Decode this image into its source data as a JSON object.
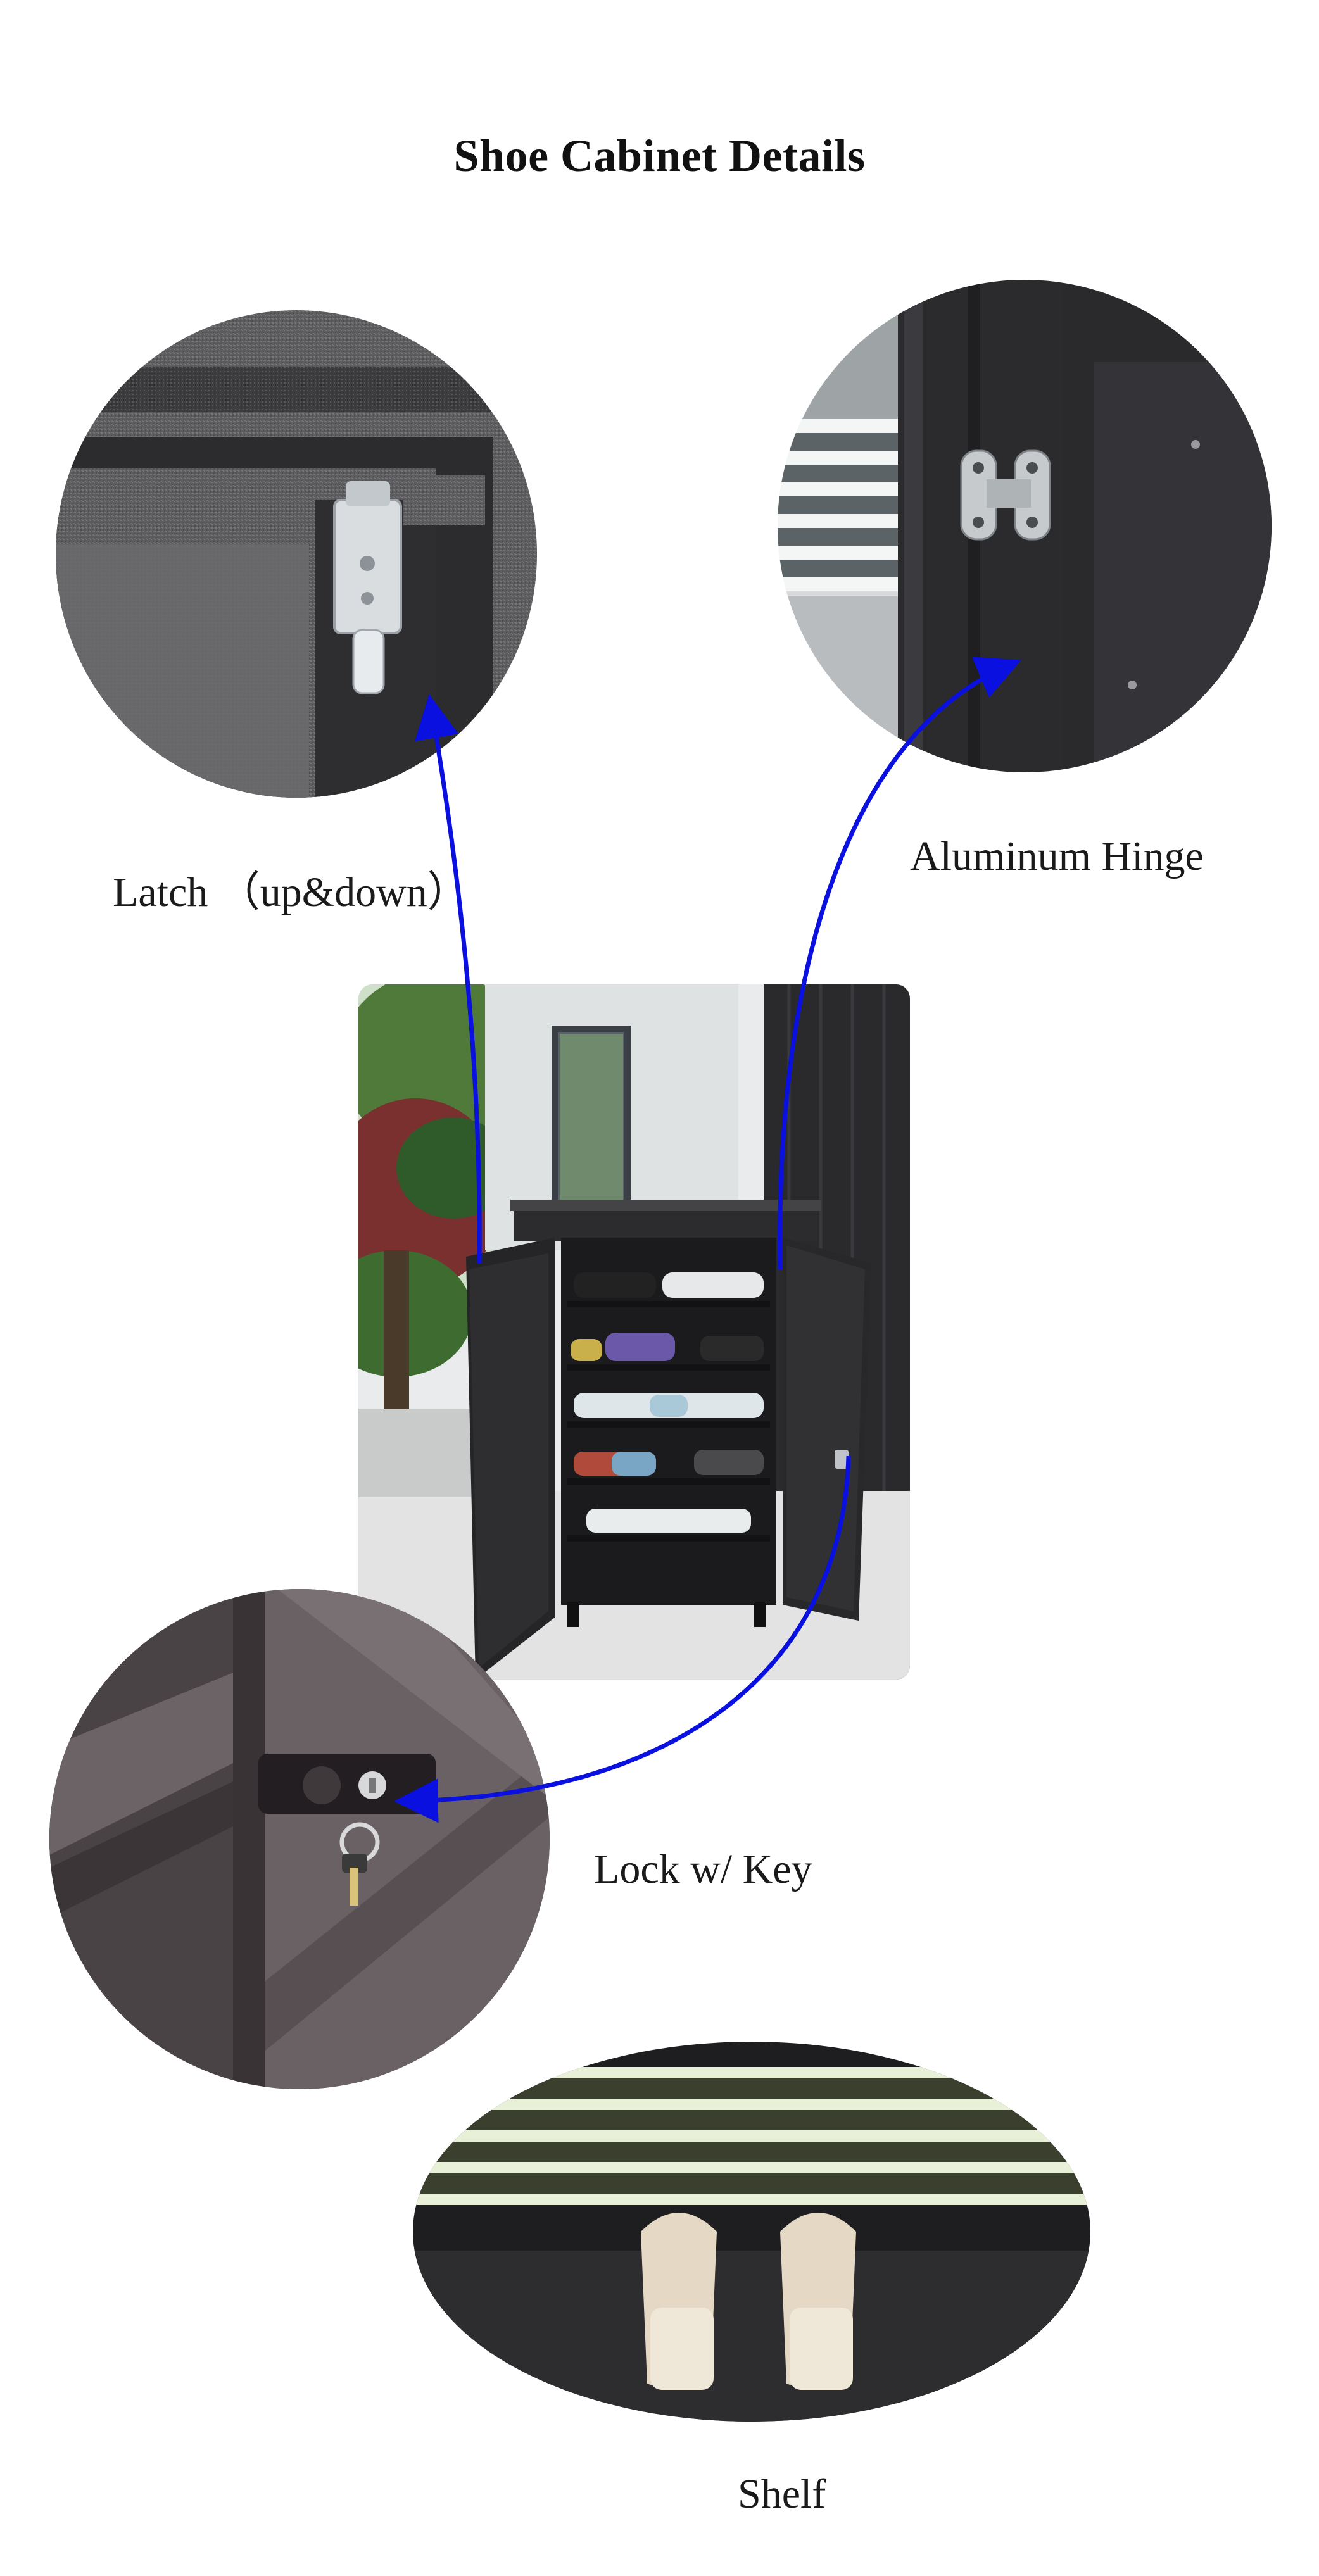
{
  "page": {
    "title": "Shoe Cabinet Details"
  },
  "callouts": {
    "latch": {
      "label": "Latch （up&down）",
      "icon": "latch-closeup-photo"
    },
    "hinge": {
      "label": "Aluminum Hinge",
      "icon": "hinge-closeup-photo"
    },
    "lock": {
      "label": "Lock w/ Key",
      "icon": "lock-closeup-photo"
    },
    "shelf": {
      "label": "Shelf",
      "icon": "shelf-closeup-photo"
    }
  },
  "colors": {
    "arrow": "#0a10e0",
    "cabinet": "#1c1c1e",
    "background": "#ffffff"
  }
}
